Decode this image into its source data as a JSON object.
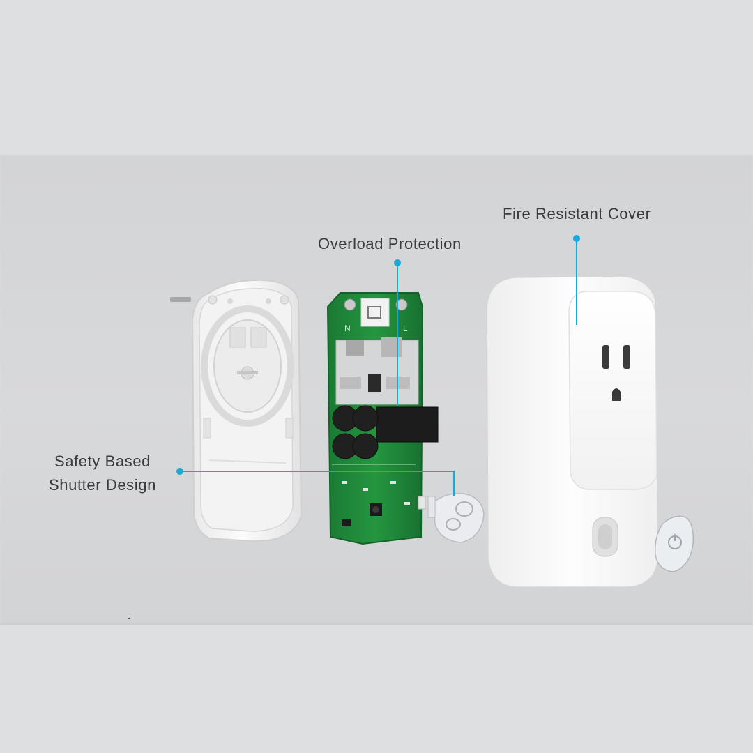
{
  "callouts": {
    "fire_resistant_cover": "Fire Resistant Cover",
    "overload_protection": "Overload Protection",
    "safety_line1": "Safety Based",
    "safety_line2": "Shutter Design"
  },
  "pcb": {
    "marking_n": "N",
    "marking_l": "L"
  },
  "colors": {
    "callout_line": "#16a9dd",
    "background": "#d6d7d9",
    "pcb_green": "#1f8a3a",
    "plug_white": "#f7f7f7",
    "relay_black": "#1c1c1c"
  }
}
